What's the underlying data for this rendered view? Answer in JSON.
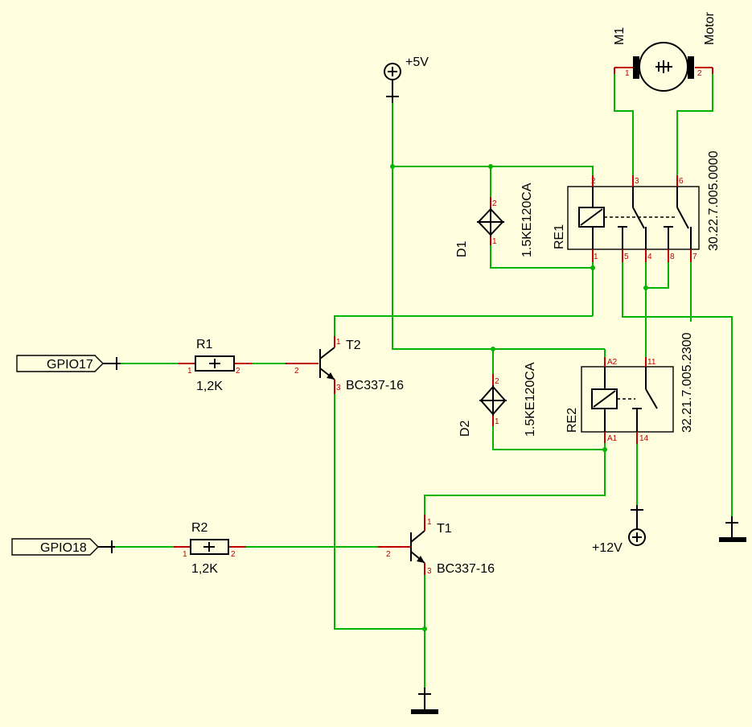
{
  "colors": {
    "background": "#ffffe0",
    "wire": "#00b400",
    "pin": "#c00000",
    "symbol": "#000000"
  },
  "power": {
    "vcc5": "+5V",
    "vcc12": "+12V"
  },
  "ports": {
    "gpio17": "GPIO17",
    "gpio18": "GPIO18"
  },
  "resistors": {
    "r1": {
      "name": "R1",
      "value": "1,2K",
      "pin1": "1",
      "pin2": "2"
    },
    "r2": {
      "name": "R2",
      "value": "1,2K",
      "pin1": "1",
      "pin2": "2"
    }
  },
  "transistors": {
    "t1": {
      "name": "T1",
      "type": "BC337-16",
      "pin1": "1",
      "pin2": "2",
      "pin3": "3"
    },
    "t2": {
      "name": "T2",
      "type": "BC337-16",
      "pin1": "1",
      "pin2": "2",
      "pin3": "3"
    }
  },
  "diodes": {
    "d1": {
      "name": "D1",
      "type": "1.5KE120CA",
      "pin1": "1",
      "pin2": "2"
    },
    "d2": {
      "name": "D2",
      "type": "1.5KE120CA",
      "pin1": "1",
      "pin2": "2"
    }
  },
  "relays": {
    "re1": {
      "name": "RE1",
      "part": "30.22.7.005.0000",
      "pins": [
        "2",
        "3",
        "6",
        "1",
        "5",
        "4",
        "8",
        "7"
      ]
    },
    "re2": {
      "name": "RE2",
      "part": "32.21.7.005.2300",
      "pins": [
        "A2",
        "11",
        "A1",
        "14"
      ]
    }
  },
  "motor": {
    "name": "M1",
    "label": "Motor",
    "pin1": "1",
    "pin2": "2"
  },
  "icons": [
    "power-plus-icon",
    "ground-icon",
    "motor-icon",
    "relay-coil-icon",
    "tvs-diode-icon",
    "npn-transistor-icon"
  ]
}
